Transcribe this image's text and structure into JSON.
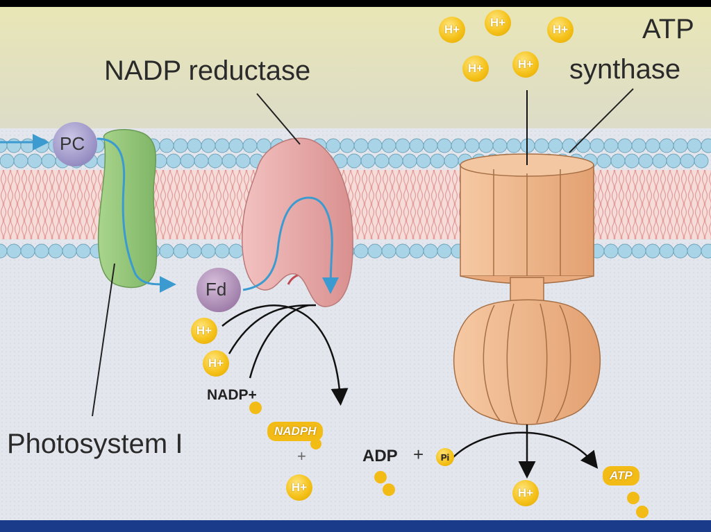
{
  "labels": {
    "nadp_reductase": "NADP reductase",
    "atp_synthase_line1": "ATP",
    "atp_synthase_line2": "synthase",
    "pc": "PC",
    "fd": "Fd",
    "photosystem": "Photosystem I",
    "nadp_plus": "NADP+",
    "nadph": "NADPH",
    "plus": "+",
    "adp": "ADP",
    "pi": "Pi",
    "atp": "ATP",
    "h_ion": "H+"
  },
  "colors": {
    "upper_space": "#e6e3b0",
    "lower_space": "#e3e6ec",
    "lipid_head": "#a9d3e6",
    "lipid_tail": "#f3cfcc",
    "photosystem": "#9ccb7e",
    "nadp_reductase": "#e9a8a8",
    "atp_synthase": "#f0b78c",
    "pc": "#9d95c4",
    "fd": "#b190b8",
    "electron_path": "#3b9bd0",
    "ion": "#f5c21a",
    "frame_bottom": "#1a3a8a"
  }
}
